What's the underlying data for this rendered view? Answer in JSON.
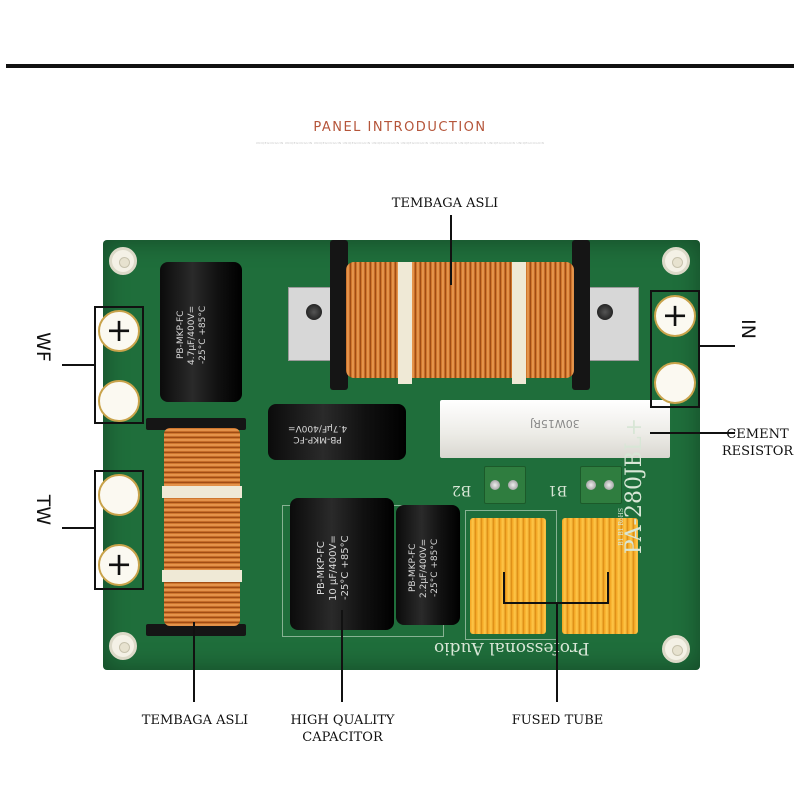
{
  "header": {
    "title": "PANEL INTRODUCTION",
    "subtitle": "UNIQEGOUGUIN UNIQEGOUGUIN UNIQEGOUGUIN UNIQEGOUGUIN UNIQEGOUGUIN UNIQEGOUGUIN UNIQEGOUGUIN UNIQEGOUGUIN UNIQEGOUGUIN UNIQEGOUGUIN"
  },
  "callouts": {
    "top_coil": "TEMBAGA ASLI",
    "bottom_coil": "TEMBAGA ASLI",
    "capacitor_line1": "HIGH QUALITY",
    "capacitor_line2": "CAPACITOR",
    "fused_tube": "FUSED TUBE",
    "cement_line1": "CEMENT",
    "cement_line2": "RESISTOR"
  },
  "ports": {
    "wf": "WF",
    "tw": "TW",
    "in": "IN",
    "plus": "+"
  },
  "board_text": {
    "model": "PA-280JBL+",
    "brand": "Professonal Audio",
    "resistor_marking": "30W15RJ",
    "b1": "B1",
    "b2": "B2",
    "rohs": "B1 B1 RoHS"
  },
  "capacitors": {
    "c1_line1": "PB-MKP-FC",
    "c1_line2": "4.7μF/400V=",
    "c1_line3": "-25°C +85°C",
    "c2_line1": "PB-MKP-FC",
    "c2_line2": "4.7μF/400V=",
    "c3_line1": "PB-MKP-FC",
    "c3_line2": "10 μF/400V=",
    "c3_line3": "-25°C +85°C",
    "c4_line1": "PB-MKP-FC",
    "c4_line2": "2.2μF/400V=",
    "c4_line3": "-25°C +85°C"
  },
  "colors": {
    "heading": "#b5553a",
    "board": "#1f6e3b",
    "copper": "#c2661e",
    "heatsink": "#f2a320"
  }
}
